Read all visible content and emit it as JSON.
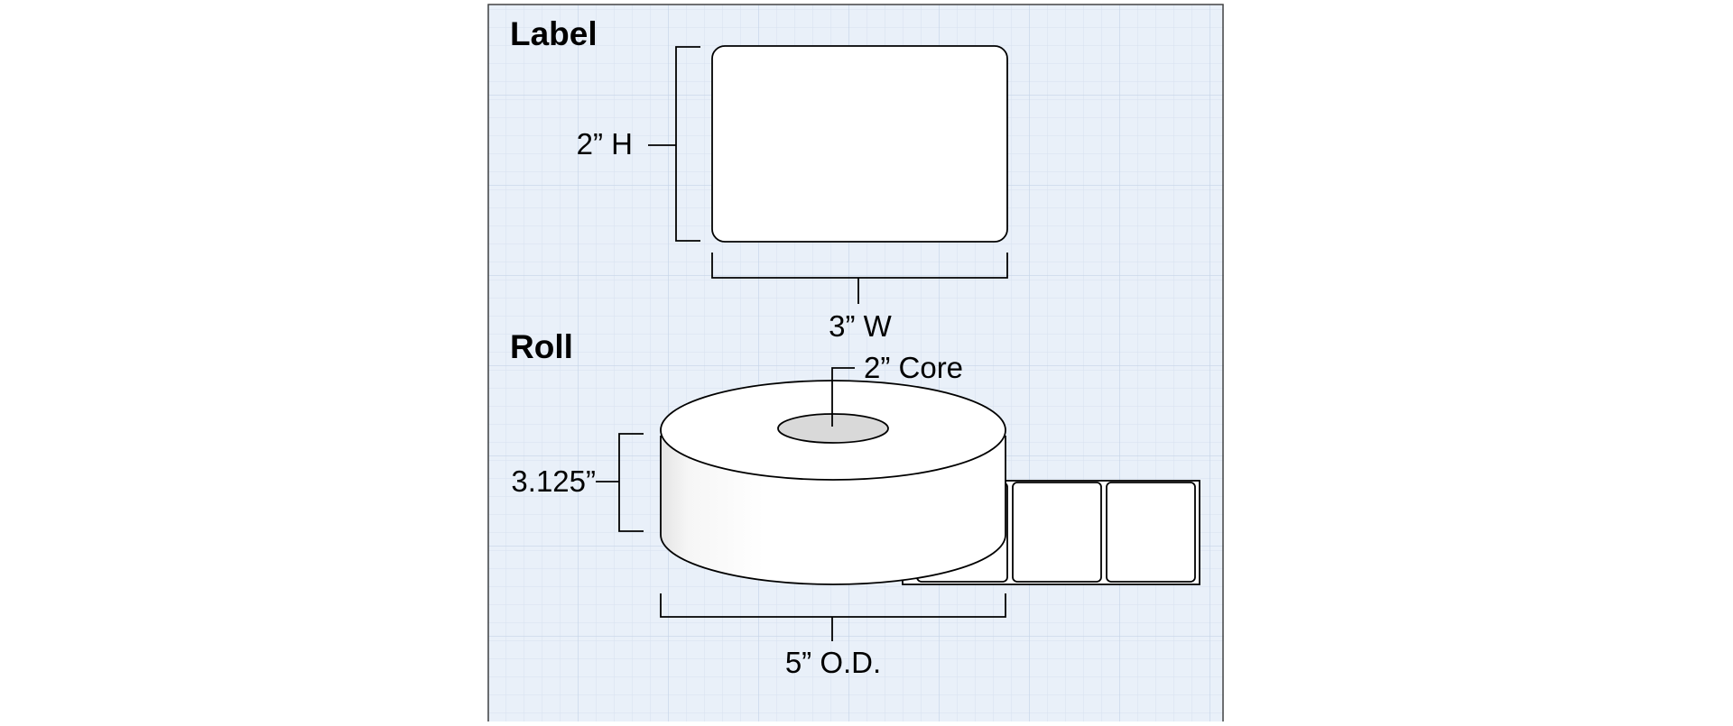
{
  "label_section": {
    "heading": "Label",
    "height": "2” H",
    "width": "3” W"
  },
  "roll_section": {
    "heading": "Roll",
    "core": "2” Core",
    "roll_width": "3.125”",
    "outer_diameter": "5” O.D."
  },
  "colors": {
    "grid_background": "#e9f0f9",
    "grid_line": "#cfdcec",
    "label_fill": "#ffffff",
    "core_fill": "#d9d9d9",
    "outline": "#000000"
  }
}
